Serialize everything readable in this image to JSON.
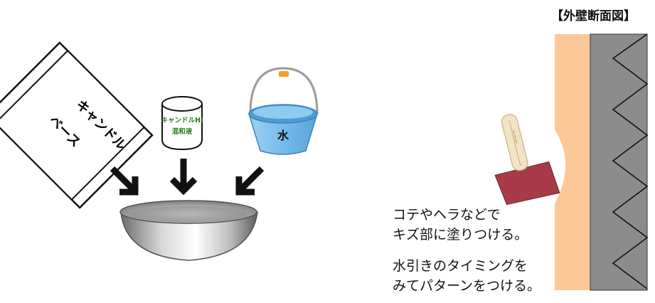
{
  "section_title": "【外壁断面図】",
  "package": {
    "label_line1": "キャンドル",
    "label_line2": "ベース"
  },
  "can": {
    "label_line1": "キャンドルHi",
    "label_line2": "混和液",
    "label_color": "#2b7a1f"
  },
  "bucket": {
    "label": "水"
  },
  "instructions": {
    "line1": "コテやヘラなどで",
    "line2": "キズ部に塗りつける。",
    "line3": "水引きのタイミングを",
    "line4": "みてパターンをつける。"
  },
  "colors": {
    "plaster_layer": "#fdc897",
    "substrate": "#8c8c8c",
    "water": "#6fb3e3",
    "bucket_handle": "#f2a22a",
    "trowel_blade": "#a83b47",
    "trowel_handle": "#f2e3c3"
  },
  "icons": [
    "down-right-arrow-icon",
    "down-arrow-icon",
    "down-left-arrow-icon",
    "mixing-bowl-icon",
    "trowel-icon"
  ]
}
